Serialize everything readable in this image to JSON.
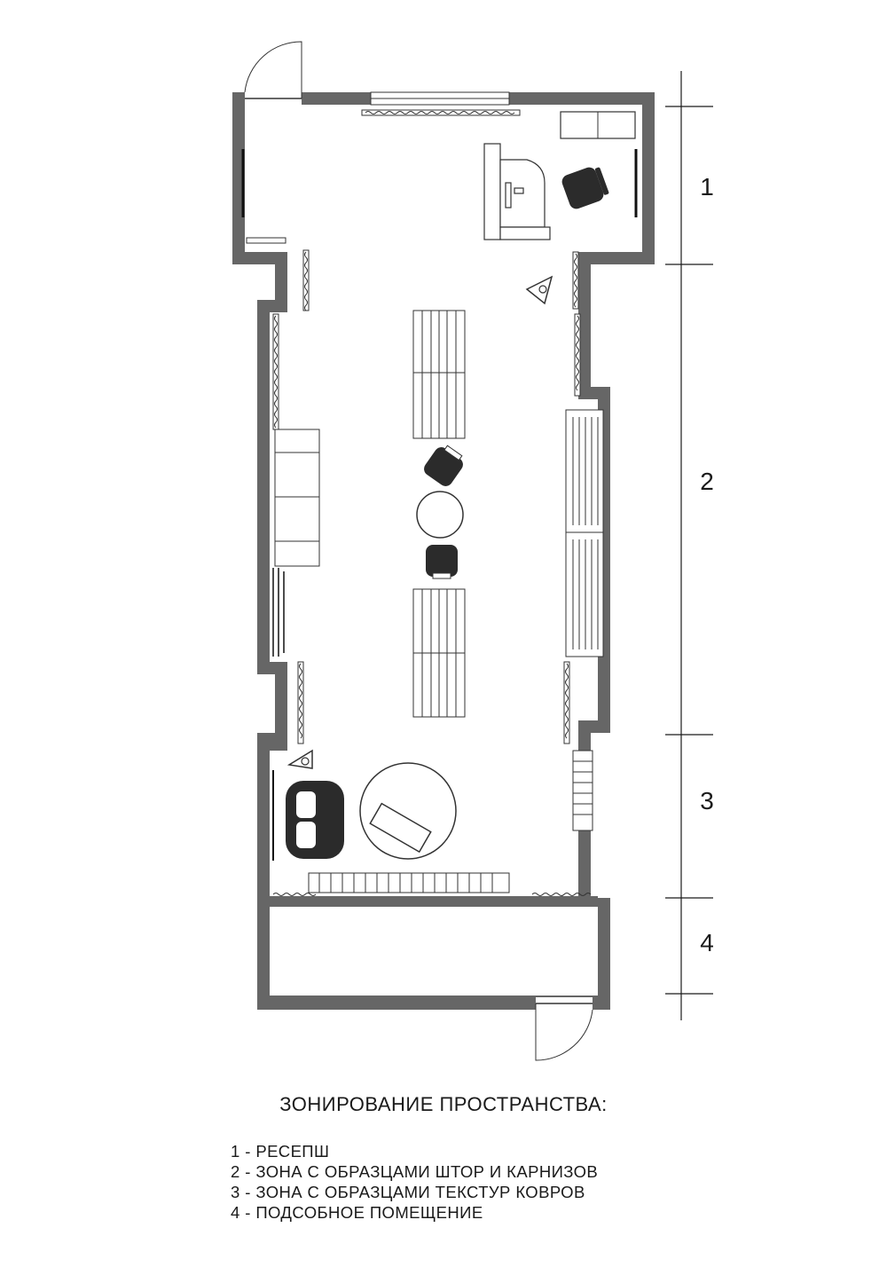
{
  "zones": [
    {
      "number": "1"
    },
    {
      "number": "2"
    },
    {
      "number": "3"
    },
    {
      "number": "4"
    }
  ],
  "legend": {
    "title": "ЗОНИРОВАНИЕ ПРОСТРАНСТВА:",
    "items": [
      "1 - РЕСЕПШ",
      "2 - ЗОНА С ОБРАЗЦАМИ ШТОР И КАРНИЗОВ",
      "3 - ЗОНА С ОБРАЗЦАМИ ТЕКСТУР КОВРОВ",
      "4 - ПОДСОБНОЕ ПОМЕЩЕНИЕ"
    ]
  },
  "colors": {
    "wall": "#666666",
    "line": "#333333",
    "furniture_dark": "#2b2b2b"
  }
}
